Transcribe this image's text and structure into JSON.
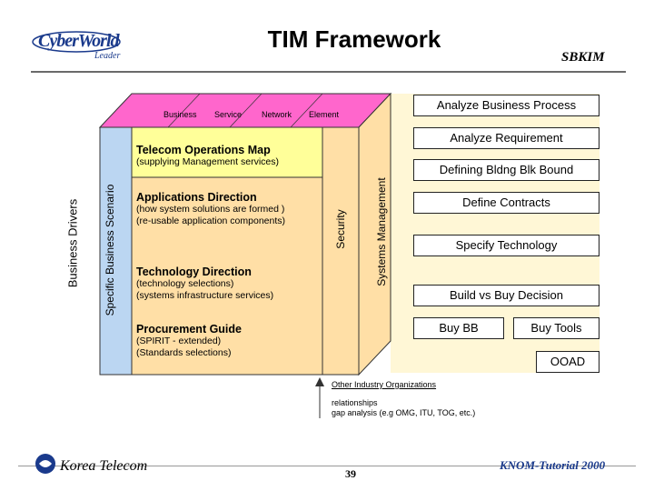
{
  "header": {
    "title": "TIM Framework",
    "org": "SBKIM",
    "logo_text": "CyberWorld",
    "logo_sub": "Leader"
  },
  "top_tabs": [
    "Business",
    "Service",
    "Network",
    "Element"
  ],
  "left_labels": {
    "outer": "Business Drivers",
    "inner": "Specific Business Scenario"
  },
  "vertical_bars": {
    "security": "Security",
    "systems_management": "Systems Management"
  },
  "sections": [
    {
      "title": "Telecom Operations Map",
      "lines": [
        "(supplying Management services)"
      ]
    },
    {
      "title": "Applications Direction",
      "lines": [
        "(how system solutions are formed )",
        "(re-usable application components)"
      ]
    },
    {
      "title": "Technology Direction",
      "lines": [
        "(technology selections)",
        "(systems infrastructure services)"
      ]
    },
    {
      "title": "Procurement Guide",
      "lines": [
        "(SPIRIT - extended)",
        "(Standards selections)"
      ]
    }
  ],
  "right_boxes": {
    "analyze_business_process": "Analyze Business Process",
    "analyze_requirement": "Analyze Requirement",
    "defining_bldng": "Defining Bldng Blk Bound",
    "define_contracts": "Define Contracts",
    "specify_technology": "Specify Technology",
    "build_vs_buy": "Build vs Buy Decision",
    "buy_bb": "Buy BB",
    "buy_tools": "Buy Tools",
    "ooad": "OOAD"
  },
  "bottom_note": {
    "title": "Other Industry Organizations",
    "line1": "relationships",
    "line2": "gap analysis (e.g OMG, ITU, TOG, etc.)"
  },
  "footer": {
    "company": "Korea Telecom",
    "page": "39",
    "tutorial": "KNOM-Tutorial 2000"
  },
  "colors": {
    "pink_top": "#ff66cc",
    "yellow": "#ffff99",
    "peach": "#ffdfa6",
    "blue_bar": "#bbd6f2",
    "right_panel": "#fff7d6"
  }
}
